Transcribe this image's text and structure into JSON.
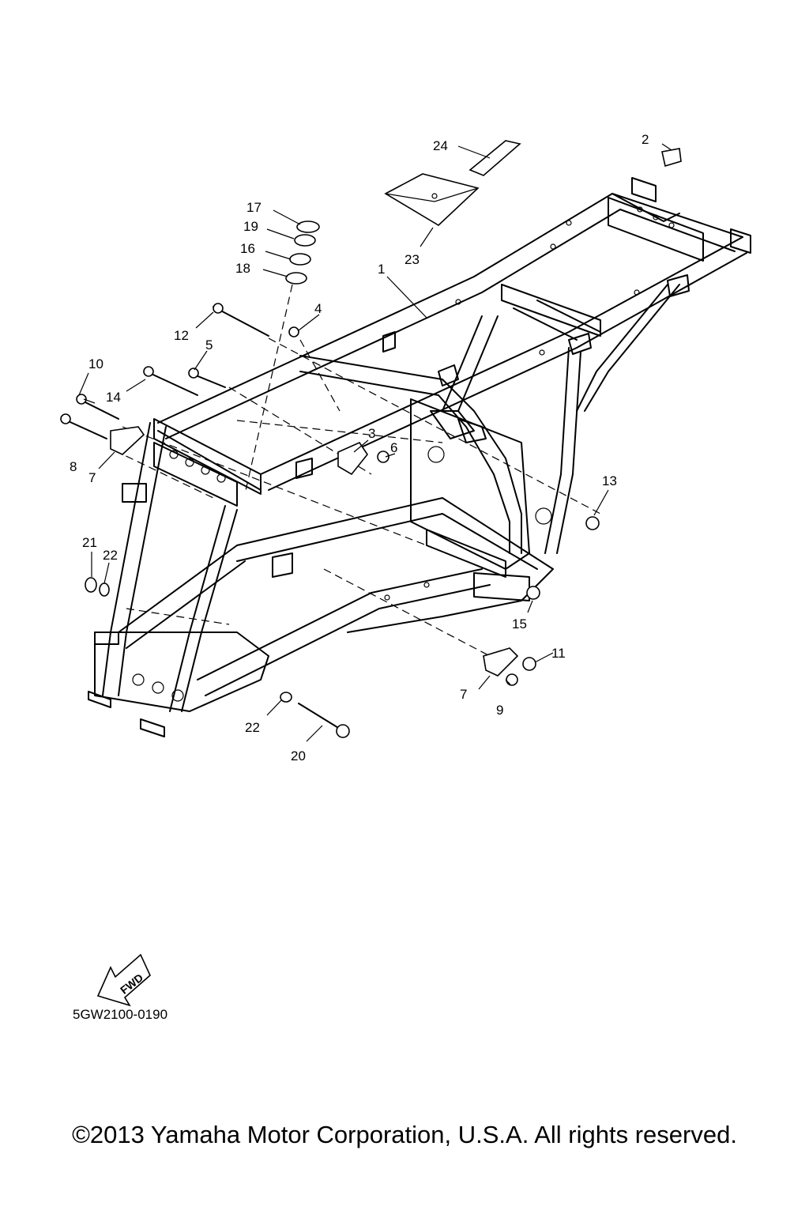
{
  "diagram": {
    "callouts": [
      "1",
      "2",
      "3",
      "4",
      "5",
      "6",
      "7",
      "8",
      "9",
      "10",
      "11",
      "12",
      "13",
      "14",
      "15",
      "16",
      "17",
      "18",
      "19",
      "20",
      "21",
      "22",
      "23",
      "24"
    ],
    "fwd_label": "FWD",
    "drawing_code": "5GW2100-0190"
  },
  "footer": {
    "copyright": "©2013 Yamaha Motor Corporation, U.S.A. All rights reserved."
  }
}
